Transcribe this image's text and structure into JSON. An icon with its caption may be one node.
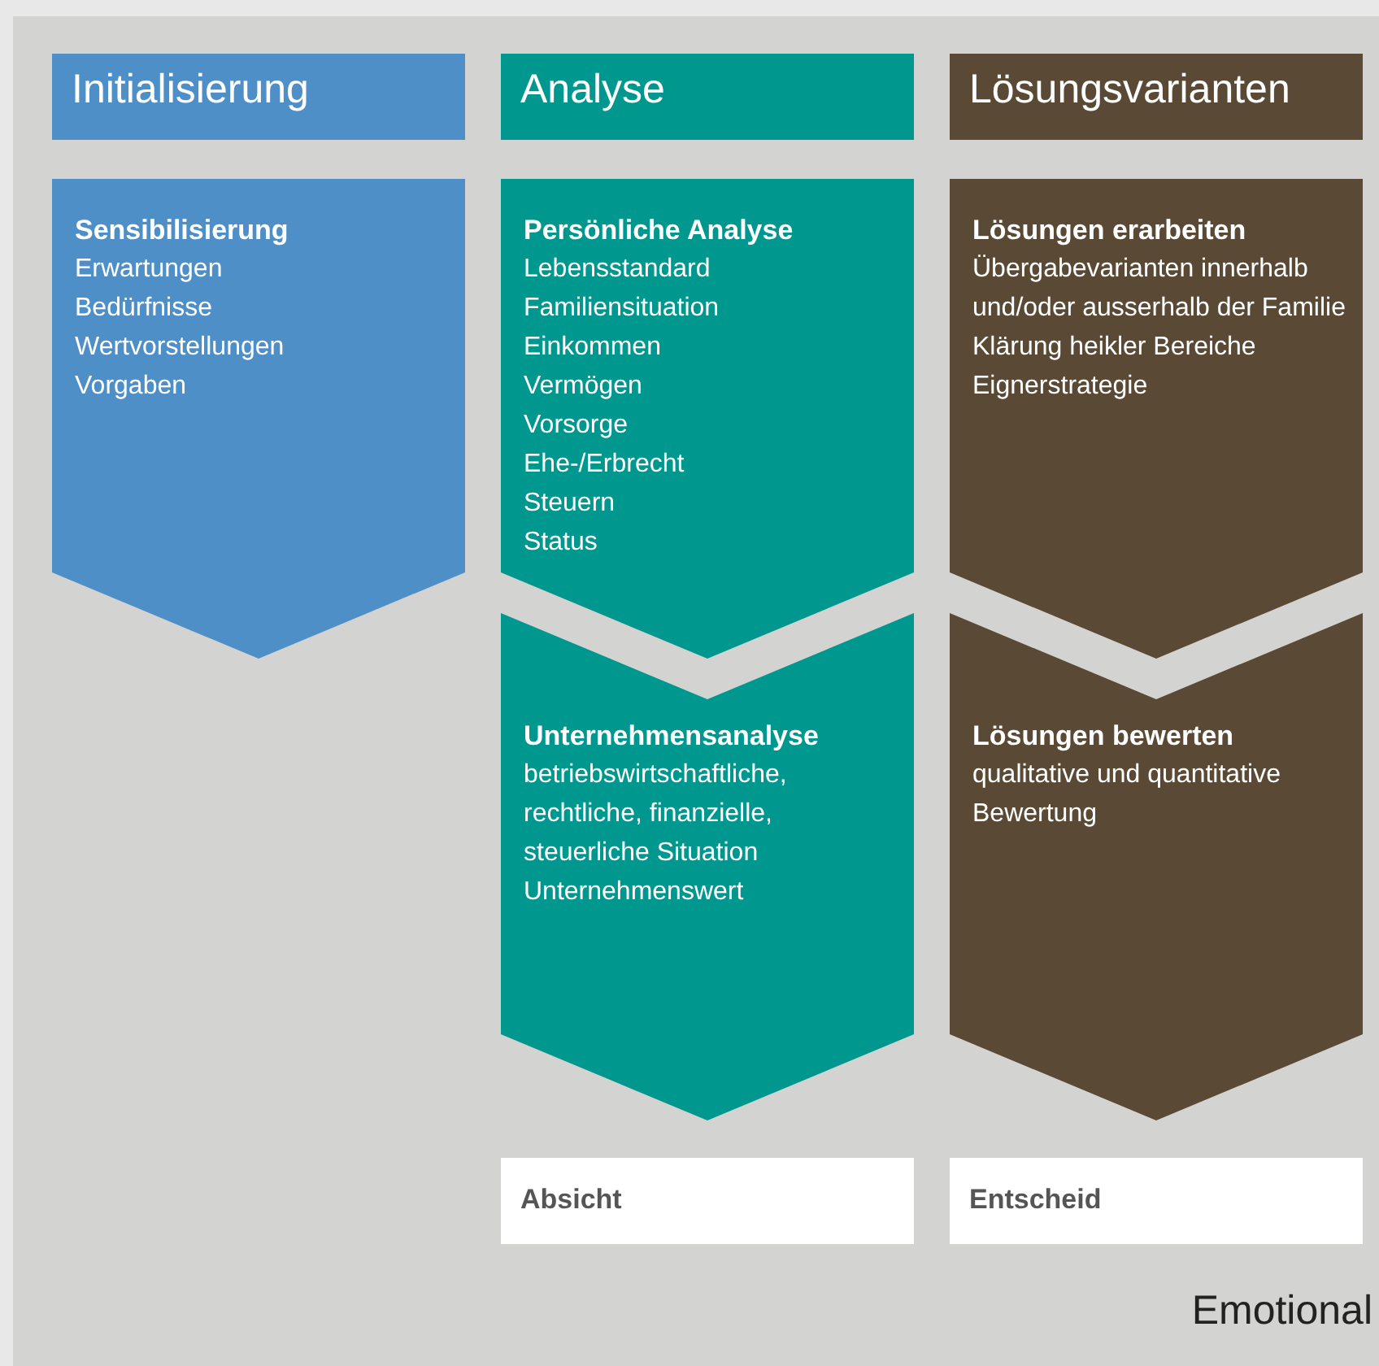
{
  "diagram": {
    "nodes": [
      {
        "text": [
          "Initialisierung"
        ]
      },
      {
        "text": [
          "Analyse"
        ]
      },
      {
        "text": [
          "Lösungsvarianten"
        ]
      },
      {
        "text": [
          "Sensibilisierung",
          "Erwartungen",
          "Bedürfnisse",
          "Wertvorstellungen",
          "Vorgaben"
        ]
      },
      {
        "text": [
          "Persönliche Analyse",
          "Lebensstandard",
          "Familiensituation",
          "Einkommen",
          "Vermögen",
          "Vorsorge",
          "Ehe-/Erbrecht",
          "Steuern",
          "Status"
        ]
      },
      {
        "text": [
          "Lösungen erarbeiten",
          "Übergabevarianten innerhalb und/oder ausserhalb der Familie",
          "Klärung heikler Bereiche",
          "Eignerstrategie"
        ]
      },
      {
        "text": [
          "Unternehmensanalyse",
          "betriebswirtschaftliche, rechtliche, finanzielle, steuerliche Situation",
          "Unternehmenswert"
        ]
      },
      {
        "text": [
          "Lösungen bewerten",
          "qualitative und quantitative Bewertung"
        ]
      },
      {
        "text": [
          "Absicht"
        ]
      },
      {
        "text": [
          "Entscheid"
        ]
      }
    ],
    "labels": [
      "Emotional"
    ]
  }
}
